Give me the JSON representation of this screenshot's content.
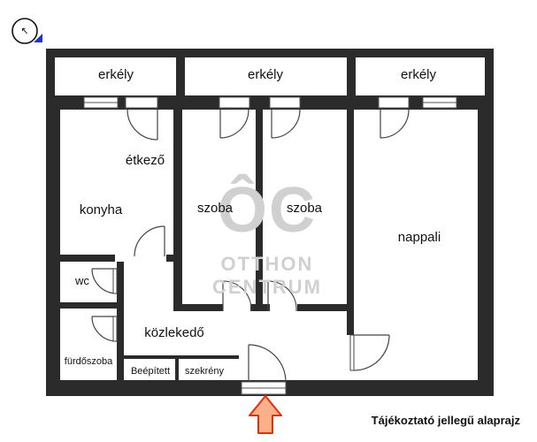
{
  "labels": {
    "balcony_1": "erkély",
    "balcony_2": "erkély",
    "balcony_3": "erkély",
    "dining": "étkező",
    "kitchen": "konyha",
    "room_1": "szoba",
    "room_2": "szoba",
    "living": "nappali",
    "wc": "wc",
    "bathroom": "fürdőszoba",
    "hallway": "közlekedő",
    "builtin_1": "Beépített",
    "builtin_2": "szekrény"
  },
  "watermark": {
    "logo": "ÔC",
    "line1": "OTTHON",
    "line2": "CENTRUM"
  },
  "caption": "Tájékoztató jellegű alaprajz",
  "icons": {
    "compass": "north-compass-icon",
    "entrance": "entrance-arrow-icon"
  },
  "colors": {
    "wall": "#2b2b2b",
    "arrow_fill": "#ffb08a",
    "arrow_stroke": "#e03010",
    "compass_accent": "#2233cc"
  }
}
